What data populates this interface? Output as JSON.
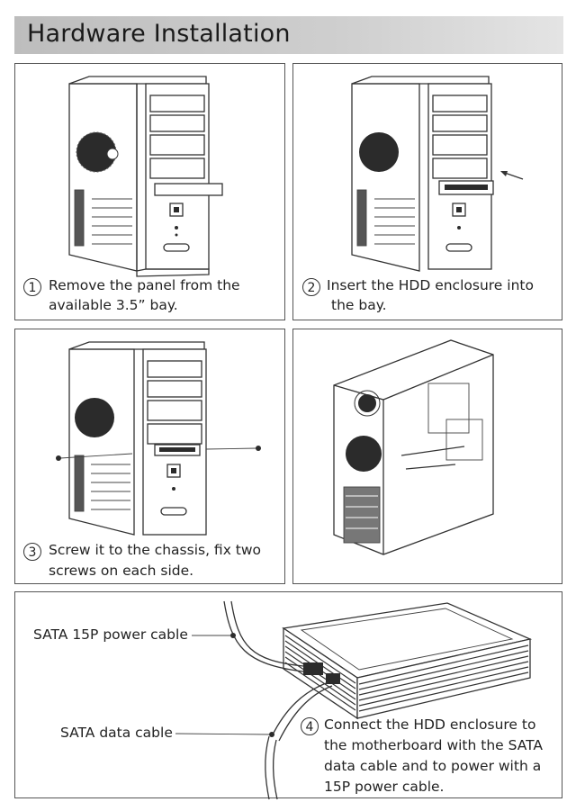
{
  "header": {
    "title": "Hardware Installation"
  },
  "steps": [
    {
      "number": "1",
      "line1": "Remove the panel from the",
      "line2": "available 3.5” bay."
    },
    {
      "number": "2",
      "line1": "Insert the HDD enclosure into",
      "line2": "the bay."
    },
    {
      "number": "3",
      "line1": "Screw it to the chassis, fix two",
      "line2": "screws on each side."
    },
    {
      "number": "4",
      "line1": "Connect the HDD enclosure to",
      "line2": "the motherboard with the SATA",
      "line3": "data cable and to power with a",
      "line4": "15P power cable."
    }
  ],
  "cables": {
    "power_label": "SATA 15P power cable",
    "data_label": "SATA data cable"
  }
}
